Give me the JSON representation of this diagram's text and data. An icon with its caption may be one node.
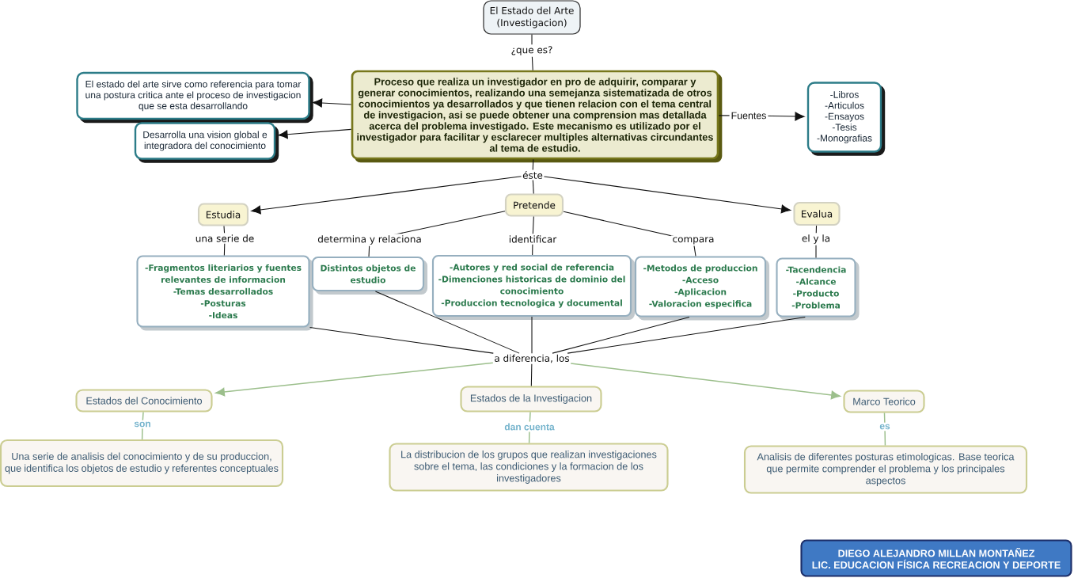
{
  "diagram": {
    "nodes": [
      {
        "text": [
          "El Estado del Arte (Investigacion)"
        ]
      },
      {
        "text": [
          "Proceso que realiza un investigador en pro de adquirir, comparar y generar conocimientos, realizando una semejanza sistematizada de otros conocimientos ya desarrollados y que tienen relacion con el tema central de investigacion, asi se puede obtener una comprension mas detallada acerca del problema investigado. Este mecanismo es utilizado por el investigador para facilitar y esclarecer multiples alternativas circundantes al tema de estudio."
        ]
      },
      {
        "text": [
          "El estado del arte sirve como referencia para tomar una postura critica ante el proceso de investigacion que se esta desarrollando"
        ]
      },
      {
        "text": [
          "Desarrolla una vision global e integradora del conocimiento"
        ]
      },
      {
        "text": [
          "-Libros",
          "-Articulos",
          "-Ensayos",
          "-Tesis",
          "-Monografias"
        ]
      },
      {
        "text": [
          "éste"
        ]
      },
      {
        "text": [
          "Estudia"
        ]
      },
      {
        "text": [
          "Pretende"
        ]
      },
      {
        "text": [
          "Evalua"
        ]
      },
      {
        "text": [
          "-Fragmentos literiarios y fuentes relevantes de informacion",
          "-Temas desarrollados",
          "-Posturas",
          "-Ideas"
        ]
      },
      {
        "text": [
          "Distintos objetos de estudio"
        ]
      },
      {
        "text": [
          "-Autores y red social de referencia",
          "-Dimenciones historicas de dominio del conocimiento",
          "-Produccion tecnologica y documental"
        ]
      },
      {
        "text": [
          "-Metodos de produccion",
          "-Acceso",
          "-Aplicacion",
          "-Valoracion especifica"
        ]
      },
      {
        "text": [
          "-Tacendencia",
          "-Alcance",
          "-Producto",
          "-Problema"
        ]
      },
      {
        "text": [
          "a diferencia, los"
        ]
      },
      {
        "text": [
          "Estados del Conocimiento"
        ]
      },
      {
        "text": [
          "Estados de la Investigacion"
        ]
      },
      {
        "text": [
          "Marco Teorico"
        ]
      },
      {
        "text": [
          "Una serie de analisis del conocimiento y de su produccion, que identifica los objetos de estudio y referentes conceptuales"
        ]
      },
      {
        "text": [
          "La distribucion de los grupos que realizan investigaciones sobre el tema, las condiciones y la formacion de los investigadores"
        ]
      },
      {
        "text": [
          "Analisis de diferentes posturas etimologicas. Base teorica que permite comprender el problema y los principales aspectos"
        ]
      },
      {
        "text": [
          "DIEGO ALEJANDRO MILLAN MONTAÑEZ",
          "LIC. EDUCACION FÍSICA RECREACION Y DEPORTE"
        ]
      }
    ],
    "edges": [
      {
        "from": 0,
        "to": 1,
        "arrow": "none",
        "label": "¿que es?"
      },
      {
        "from": 1,
        "to": 2,
        "arrow": "to"
      },
      {
        "from": 1,
        "to": 3,
        "arrow": "to"
      },
      {
        "from": 1,
        "to": 4,
        "arrow": "to",
        "label": "Fuentes"
      },
      {
        "from": 1,
        "to": 5,
        "arrow": "none"
      },
      {
        "from": 5,
        "to": 6,
        "arrow": "to"
      },
      {
        "from": 5,
        "to": 7,
        "arrow": "none"
      },
      {
        "from": 5,
        "to": 8,
        "arrow": "to"
      },
      {
        "from": 6,
        "to": 9,
        "arrow": "none",
        "label": "una serie de"
      },
      {
        "from": 7,
        "to": 10,
        "arrow": "none",
        "label": "determina y relaciona"
      },
      {
        "from": 7,
        "to": 11,
        "arrow": "none",
        "label": "identificar"
      },
      {
        "from": 7,
        "to": 12,
        "arrow": "none",
        "label": "compara"
      },
      {
        "from": 8,
        "to": 13,
        "arrow": "none",
        "label": "el y la"
      },
      {
        "from": 9,
        "to": 14,
        "arrow": "none"
      },
      {
        "from": 10,
        "to": 14,
        "arrow": "none"
      },
      {
        "from": 11,
        "to": 14,
        "arrow": "none"
      },
      {
        "from": 12,
        "to": 14,
        "arrow": "none"
      },
      {
        "from": 13,
        "to": 14,
        "arrow": "none"
      },
      {
        "from": 14,
        "to": 15,
        "arrow": "to",
        "color": "#9cbf8c"
      },
      {
        "from": 14,
        "to": 16,
        "arrow": "none"
      },
      {
        "from": 14,
        "to": 17,
        "arrow": "to",
        "color": "#9cbf8c"
      },
      {
        "from": 15,
        "to": 18,
        "arrow": "none",
        "label": "son",
        "color": "#9cbf8c"
      },
      {
        "from": 16,
        "to": 19,
        "arrow": "none",
        "label": "dan cuenta",
        "color": "#9cbf8c"
      },
      {
        "from": 17,
        "to": 20,
        "arrow": "none",
        "label": "es",
        "color": "#9cbf8c"
      }
    ]
  }
}
